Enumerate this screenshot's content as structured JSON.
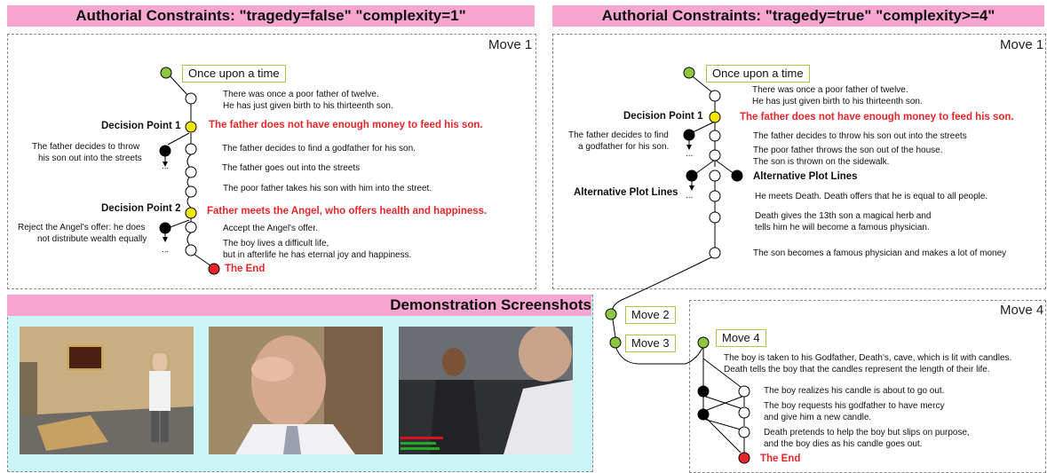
{
  "left": {
    "header": "Authorial Constraints: \"tragedy=false\" \"complexity=1\"",
    "move": "Move 1",
    "start": "Once upon a time",
    "intro1": "There was once a poor father of twelve.",
    "intro2": "He has just given birth to his thirteenth son.",
    "dp1": "Decision Point 1",
    "dp1_text": "The father does not have enough money to feed his son.",
    "alt1a": "The father decides to throw",
    "alt1b": "his son out into the streets",
    "s1": "The father decides to find a godfather for his son.",
    "s2": "The father goes out into the streets",
    "s3": "The poor father takes his son with him into the street.",
    "dp2": "Decision Point 2",
    "dp2_text": "Father meets the Angel, who offers health and happiness.",
    "alt2a": "Reject the Angel's offer: he does",
    "alt2b": "not distribute wealth equally",
    "s4": "Accept the Angel's offer.",
    "s5a": "The boy lives a difficult life,",
    "s5b": "but in afterlife he has eternal joy and happiness.",
    "end": "The End",
    "ellipsis": "..."
  },
  "right": {
    "header": "Authorial Constraints: \"tragedy=true\" \"complexity>=4\"",
    "move": "Move 1",
    "start": "Once upon a time",
    "intro1": "There was once a poor father of twelve.",
    "intro2": "He has just given birth to his thirteenth son.",
    "dp1": "Decision Point 1",
    "dp1_text": "The father does not have enough money to feed his son.",
    "alt1a": "The father decides to find",
    "alt1b": "a godfather for his son.",
    "s1": "The father decides to throw his son out into the streets",
    "s2a": "The poor father throws the son out of the house.",
    "s2b": "The son is thrown on the sidewalk.",
    "alt_right": "Alternative Plot Lines",
    "alt_left": "Alternative Plot Lines",
    "s3": "He meets Death. Death offers that he is equal to all people.",
    "s4a": "Death gives the 13th son a magical herb and",
    "s4b": "tells him he will become a famous physician.",
    "s5": "The son becomes a famous physician and makes a lot of money",
    "ellipsis": "..."
  },
  "demo": {
    "header": "Demonstration Screenshots"
  },
  "moves": {
    "move2": "Move 2",
    "move3": "Move 3"
  },
  "move4": {
    "panel_label": "Move 4",
    "box": "Move 4",
    "t1a": "The boy is taken to his Godfather, Death's, cave, which is lit with candles.",
    "t1b": "Death tells the boy that the candles represent the length of their life.",
    "t2": "The boy realizes his candle is about to go out.",
    "t3a": "The boy requests his godfather to have mercy",
    "t3b": "and give him a new candle.",
    "t4a": "Death pretends to help the boy but slips on purpose,",
    "t4b": "and the boy dies as his candle goes out.",
    "end": "The End"
  },
  "colors": {
    "header_bg": "#f7a6cf",
    "start_node": "#8dc63f",
    "decision_node": "#f2e600",
    "end_node": "#e8262a",
    "highlight_text": "#e8262a",
    "demo_bg": "#ccf5f7"
  }
}
